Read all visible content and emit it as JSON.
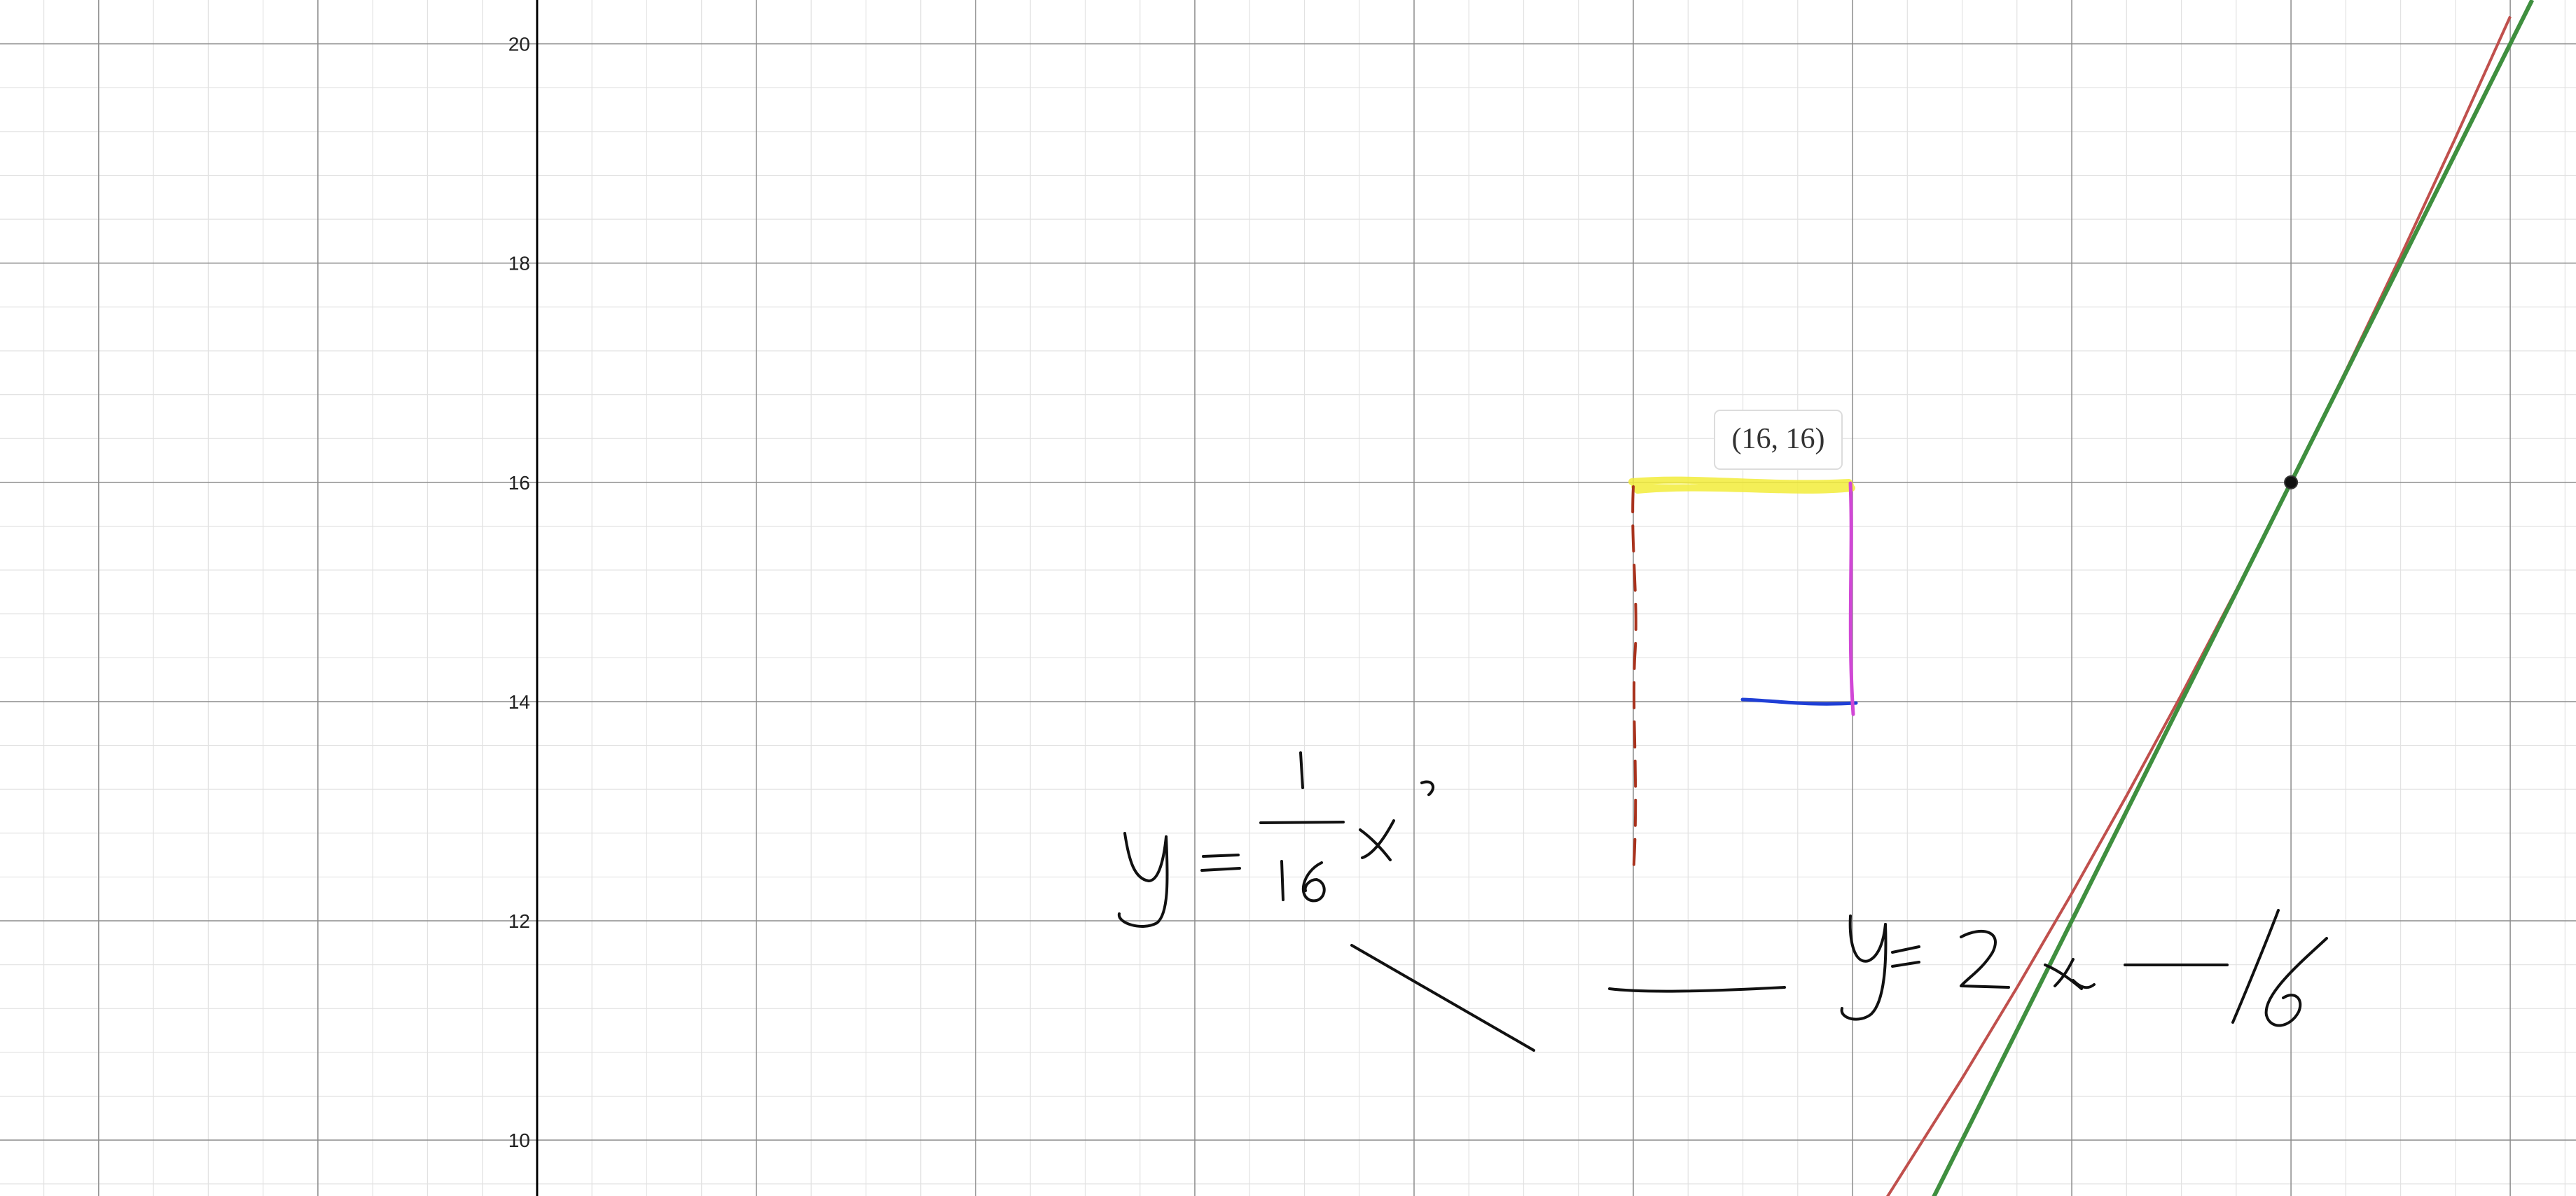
{
  "chart_data": {
    "type": "line",
    "title": "",
    "xlabel": "",
    "ylabel": "",
    "xlim": [
      -4.9,
      18.6
    ],
    "ylim": [
      9.49,
      20.4
    ],
    "grid": true,
    "y_tick_labels": [
      "10",
      "12",
      "14",
      "16",
      "18",
      "20"
    ],
    "series": [
      {
        "x": [
          12.3,
          13.0,
          13.5,
          14.0,
          14.5,
          15.0,
          15.5,
          16.0,
          16.5,
          17.0,
          17.5,
          18.0
        ],
        "y": [
          9.456,
          10.563,
          11.391,
          12.25,
          13.141,
          14.063,
          15.016,
          16.0,
          17.016,
          18.063,
          19.141,
          20.25
        ],
        "color": "#c0504d"
      },
      {
        "x": [
          12.7,
          18.2
        ],
        "y": [
          9.4,
          20.4
        ],
        "color": "#3f8f3f"
      }
    ],
    "point": {
      "x": 16,
      "y": 16,
      "label": "(16, 16)"
    },
    "annotations": [
      {
        "text": "y = 1/16 x²",
        "kind": "handwritten"
      },
      {
        "text": "y = 2x − 16",
        "kind": "handwritten"
      }
    ]
  }
}
